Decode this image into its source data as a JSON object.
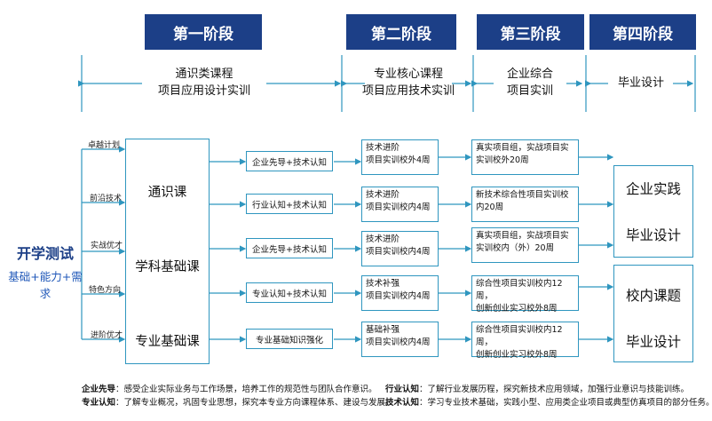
{
  "phases": [
    {
      "label": "第一阶段",
      "title_line1": "通识类课程",
      "title_line2": "项目应用设计实训"
    },
    {
      "label": "第二阶段",
      "title_line1": "专业核心课程",
      "title_line2": "项目应用技术实训"
    },
    {
      "label": "第三阶段",
      "title_line1": "企业综合",
      "title_line2": "项目实训"
    },
    {
      "label": "第四阶段",
      "title_line1": "毕业设计",
      "title_line2": ""
    }
  ],
  "entry": {
    "title": "开学测试",
    "subtitle": "基础+能力+需求"
  },
  "tracks": [
    "卓越计划",
    "前沿技术",
    "实战优才",
    "特色方向",
    "进阶优才"
  ],
  "core_courses": [
    "通识课",
    "学科基础课",
    "专业基础课"
  ],
  "skills": [
    "企业先导+技术认知",
    "行业认知+技术认知",
    "企业先导+技术认知",
    "专业认知+技术认知",
    "专业基础知识强化"
  ],
  "stage2": [
    {
      "line1": "技术进阶",
      "line2": "项目实训校外4周"
    },
    {
      "line1": "技术进阶",
      "line2": "项目实训校内4周"
    },
    {
      "line1": "技术进阶",
      "line2": "项目实训校内4周"
    },
    {
      "line1": "技术补强",
      "line2": "项目实训校内4周"
    },
    {
      "line1": "基础补强",
      "line2": "项目实训校内4周"
    }
  ],
  "stage3": [
    {
      "line1": "真实项目组，实战项目实",
      "line2": "实训校外20周"
    },
    {
      "line1": "新技术综合性项目实训校",
      "line2": "内20周"
    },
    {
      "line1": "真实项目组，实战项目实",
      "line2": "实训校内（外）20周"
    },
    {
      "line1": "综合性项目实训校内12周，",
      "line2": "创新创业实习校外8周"
    },
    {
      "line1": "综合性项目实训校内12周，",
      "line2": "创新创业实习校外8周"
    }
  ],
  "outcomes": [
    {
      "line1": "企业实践",
      "line2": "毕业设计"
    },
    {
      "line1": "校内课题",
      "line2": "毕业设计"
    }
  ],
  "notes": [
    {
      "term": "企业先导",
      "text": "：感受企业实际业务与工作场景，培养工作的规范性与团队合作意识。"
    },
    {
      "term": "专业认知",
      "text": "：了解专业概况，巩固专业思想，探究本专业方向课程体系、建设与发展。"
    },
    {
      "term": "行业认知",
      "text": "：了解行业发展历程，探究新技术应用领域，加强行业意识与技能训练。"
    },
    {
      "term": "技术认知",
      "text": "：学习专业技术基础，实践小型、应用类企业项目或典型仿真项目的部分任务。"
    }
  ],
  "colors": {
    "phase_bg": "#1c3f87",
    "line": "#2f96bf",
    "entry_title": "#1c3f87",
    "entry_sub": "#1f57b8"
  }
}
